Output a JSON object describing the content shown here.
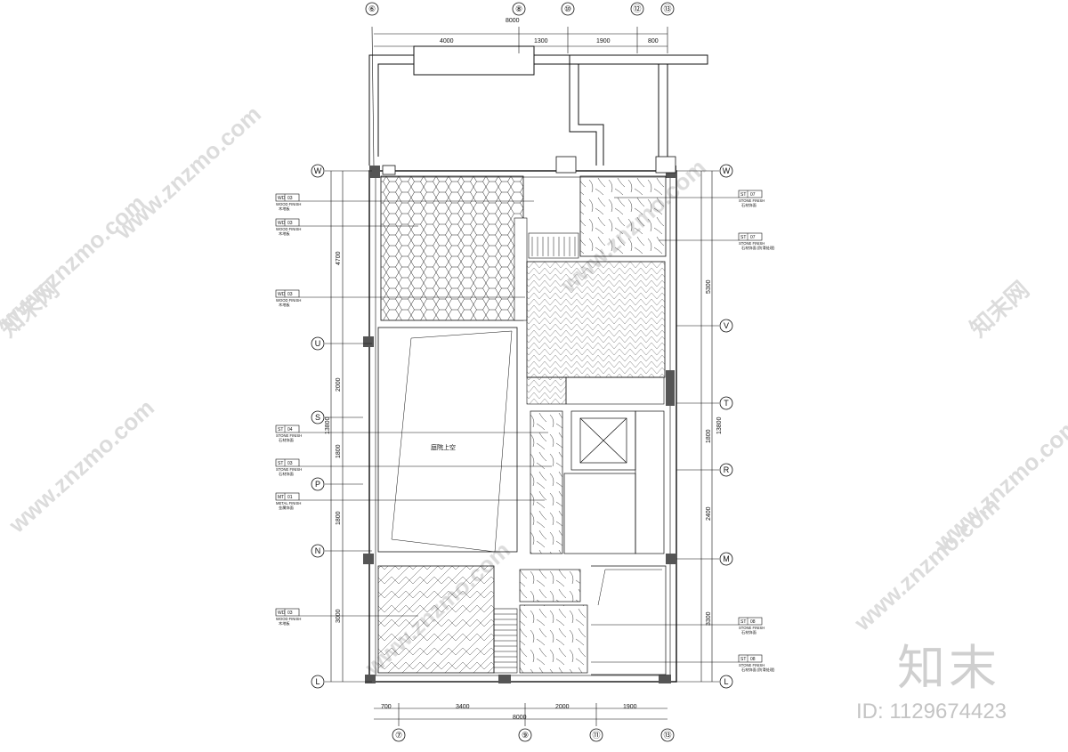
{
  "grid_axes": {
    "top": [
      "⑥",
      "⑧",
      "⑩",
      "⑫",
      "⑬"
    ],
    "bottom": [
      "⑦",
      "⑨",
      "⑪",
      "⑬"
    ],
    "left": [
      "W",
      "U",
      "S",
      "P",
      "N",
      "L"
    ],
    "right": [
      "W",
      "V",
      "T",
      "R",
      "M",
      "L"
    ]
  },
  "dimensions": {
    "top_total": "8000",
    "top_segments": [
      "4000",
      "1300",
      "1900",
      "800"
    ],
    "bottom_total": "8000",
    "bottom_segments": [
      "700",
      "3400",
      "2000",
      "1900"
    ],
    "left_total": "13800",
    "left_segments": [
      "4700",
      "2000",
      "1800",
      "1800",
      "3000"
    ],
    "right_total": "13800",
    "right_segments": [
      "5300",
      "1800",
      "2400",
      "3300"
    ]
  },
  "finish_tags": [
    {
      "code": "WD",
      "num": "03",
      "en": "WOOD FINISH",
      "cn": "木地板",
      "side": "left"
    },
    {
      "code": "WD",
      "num": "03",
      "en": "WOOD FINISH",
      "cn": "木地板",
      "side": "left"
    },
    {
      "code": "WD",
      "num": "03",
      "en": "WOOD FINISH",
      "cn": "木地板",
      "side": "left"
    },
    {
      "code": "ST",
      "num": "04",
      "en": "STONE FINISH",
      "cn": "石材饰面",
      "side": "left"
    },
    {
      "code": "ST",
      "num": "03",
      "en": "STONE FINISH",
      "cn": "石材饰面",
      "side": "left"
    },
    {
      "code": "MT",
      "num": "01",
      "en": "METAL FINISH",
      "cn": "金属饰面",
      "side": "left"
    },
    {
      "code": "WD",
      "num": "03",
      "en": "WOOD FINISH",
      "cn": "木地板",
      "side": "left"
    },
    {
      "code": "ST",
      "num": "07",
      "en": "STONE FINISH",
      "cn": "石材饰面",
      "side": "right"
    },
    {
      "code": "ST",
      "num": "07",
      "en": "STONE FINISH",
      "cn": "石材饰面 (防滑处理)",
      "side": "right"
    },
    {
      "code": "ST",
      "num": "08",
      "en": "STONE FINISH",
      "cn": "石材饰面",
      "side": "right"
    },
    {
      "code": "ST",
      "num": "08",
      "en": "STONE FINISH",
      "cn": "石材饰面 (防滑处理)",
      "side": "right"
    }
  ],
  "room_labels": {
    "void": "庭院上空"
  },
  "watermarks": {
    "site": "www.znzmo.com",
    "brand_small": "知末网",
    "brand_large": "知末",
    "id_text": "ID: 1129674423"
  },
  "colors": {
    "line": "#111111",
    "fill_dark": "#555555",
    "watermark": "#d0d0d0"
  }
}
